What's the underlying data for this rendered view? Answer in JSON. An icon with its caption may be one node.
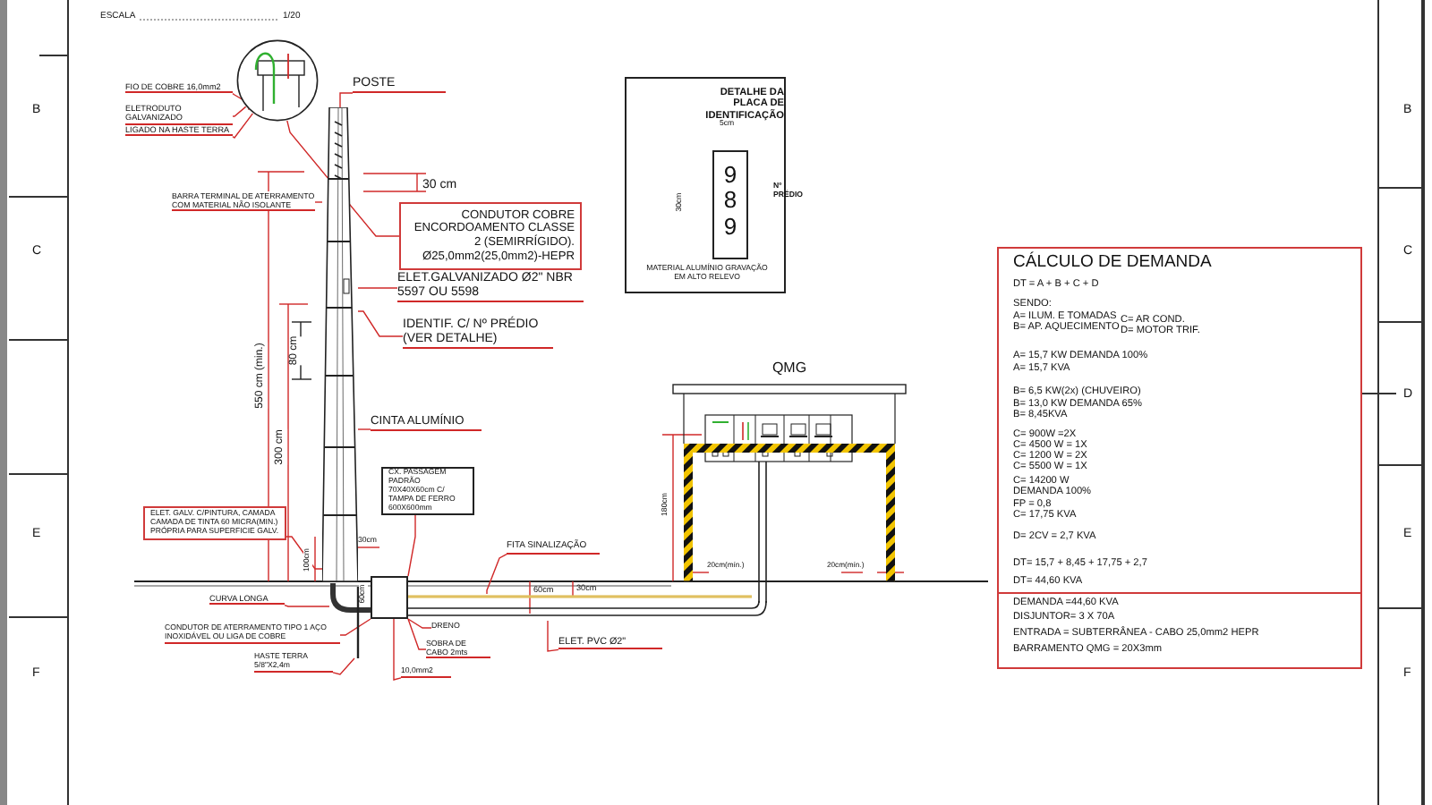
{
  "diagram": {
    "nodes": [
      {
        "text": [],
        "shape": "circle"
      },
      {
        "text": [
          "FIO DE COBRE 16,0mm2"
        ]
      },
      {
        "text": [
          "ELETRODUTO GALVANIZADO"
        ]
      },
      {
        "text": [
          "LIGADO NA HASTE TERRA"
        ]
      },
      {
        "text": [
          "POSTE"
        ]
      },
      {
        "text": [],
        "shape": "pole"
      },
      {
        "text": [
          "BARRA TERMINAL DE ATERRAMENTO COM MATERIAL NÃO ISOLANTE"
        ]
      },
      {
        "text": [
          "CONDUTOR COBRE ENCORDOAMENTO CLASSE 2 (SEMIRRÍGIDO). Ø25,0mm2(25,0mm2)-HEPR"
        ]
      },
      {
        "text": [
          "ELET.GALVANIZADO Ø2\" NBR 5597 OU 5598"
        ]
      },
      {
        "text": [
          "IDENTIF. C/ Nº PRÉDIO (VER DETALHE)"
        ]
      },
      {
        "text": [
          "CINTA ALUMÍNIO"
        ]
      },
      {
        "text": [
          "ELET. GALV. C/PINTURA, CAMADA CAMADA DE TINTA 60 MICRA(MIN.) PRÓPRIA PARA SUPERFICIE GALV."
        ]
      },
      {
        "text": [
          "CX. PASSAGEM PADRÃO 70X40X60cm C/ TAMPA DE FERRO 600X600mm"
        ]
      },
      {
        "text": [],
        "shape": "box"
      },
      {
        "text": [
          "FITA SINALIZAÇÃO"
        ]
      },
      {
        "text": [
          "CURVA LONGA"
        ]
      },
      {
        "text": [
          "CONDUTOR DE ATERRAMENTO TIPO 1 AÇO INOXIDÁVEL OU LIGA DE COBRE"
        ]
      },
      {
        "text": [
          "HASTE TERRA 5/8\"X2,4m"
        ]
      },
      {
        "text": [
          "DRENO"
        ]
      },
      {
        "text": [
          "SOBRA DE CABO 2mts"
        ]
      },
      {
        "text": [
          "10,0mm2"
        ]
      },
      {
        "text": [
          "ELET. PVC Ø2\""
        ]
      },
      {
        "text": [
          "QMG"
        ]
      },
      {
        "text": [
          "DETALHE DA PLACA DE IDENTIFICAÇÃO",
          "MATERIAL ALUMÍNIO GRAVAÇÃO EM ALTO RELEVO"
        ]
      },
      {
        "text": [
          "989"
        ],
        "in": 23,
        "beside": [
          "Nº PRÉDIO"
        ]
      },
      {
        "text": [
          "CÁLCULO DE DEMANDA",
          "DT = A + B + C + D",
          "SENDO:",
          "A= ILUM. E TOMADAS",
          "C= AR COND.",
          "B= AP. AQUECIMENTO",
          "D= MOTOR TRIF.",
          "A= 15,7 KW DEMANDA 100%",
          "A= 15,7 KVA",
          "B= 6,5 KW(2x) (CHUVEIRO)",
          "B= 13,0 KW DEMANDA 65%",
          "B= 8,45KVA",
          "C= 900W =2X",
          "C= 4500 W = 1X",
          "C= 1200 W = 2X",
          "C= 5500 W = 1X",
          "C= 14200 W",
          "DEMANDA 100%",
          "FP = 0,8",
          "C= 17,75 KVA",
          "D= 2CV = 2,7 KVA",
          "DT= 15,7 + 8,45 + 17,75 + 2,7",
          "DT= 44,60 KVA"
        ]
      },
      {
        "text": [],
        "shape": "pipe"
      },
      {
        "text": [
          "DEMANDA =44,60 KVA",
          "DISJUNTOR= 3 X 70A",
          "ENTRADA = SUBTERRÂNEA - CABO 25,0mm2 HEPR",
          "BARRAMENTO QMG = 20X3mm"
        ]
      },
      {
        "text": [],
        "shape": "rod"
      },
      {
        "text": [],
        "shape": "conduit"
      },
      {
        "text": [],
        "shape": "tape"
      }
    ],
    "edges": [
      {
        "from": 1,
        "to": 0,
        "arrow": "none"
      },
      {
        "from": 2,
        "to": 0,
        "arrow": "none"
      },
      {
        "from": 3,
        "to": 0,
        "arrow": "none"
      },
      {
        "from": 4,
        "to": 5,
        "arrow": "none"
      },
      {
        "from": 6,
        "to": 5,
        "arrow": "none"
      },
      {
        "from": 7,
        "to": 0,
        "arrow": "none"
      },
      {
        "from": 8,
        "to": 5,
        "arrow": "none"
      },
      {
        "from": 9,
        "to": 5,
        "arrow": "none"
      },
      {
        "from": 10,
        "to": 5,
        "arrow": "none"
      },
      {
        "from": 11,
        "to": 5,
        "arrow": "none"
      },
      {
        "from": 12,
        "to": 13,
        "arrow": "none"
      },
      {
        "from": 14,
        "to": 30,
        "arrow": "none"
      },
      {
        "from": 15,
        "to": 26,
        "arrow": "none"
      },
      {
        "from": 16,
        "to": 13,
        "arrow": "none"
      },
      {
        "from": 17,
        "to": 28,
        "arrow": "none"
      },
      {
        "from": 18,
        "to": 13,
        "arrow": "none"
      },
      {
        "from": 19,
        "to": 13,
        "arrow": "none"
      },
      {
        "from": 20,
        "to": 13,
        "arrow": "none"
      },
      {
        "from": 21,
        "to": 29,
        "arrow": "none"
      }
    ],
    "labels": [
      "ESCALA",
      "1/20",
      "30 cm",
      "550 cm (min.)",
      "300 cm",
      "80 cm",
      "100cm",
      "30cm",
      "60cm",
      "60cm",
      "30cm",
      "180cm",
      "20cm(mín.)",
      "20cm(mín.)",
      "5cm",
      "30cm",
      "B",
      "C",
      "E",
      "F",
      "B",
      "C",
      "D",
      "E",
      "F"
    ]
  }
}
